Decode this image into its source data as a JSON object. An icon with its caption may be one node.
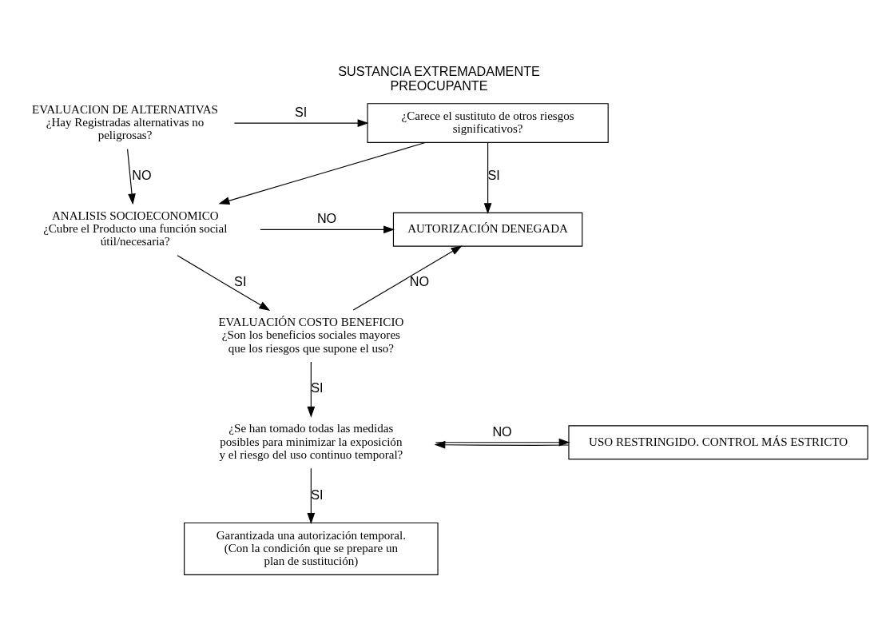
{
  "diagram": {
    "title": "SUSTANCIA EXTREMADAMENTE PREOCUPANTE",
    "nodes": [
      {
        "text": [
          "EVALUACION DE ALTERNATIVAS",
          "¿Hay Registradas alternativas no peligrosas?"
        ]
      },
      {
        "text": [
          "¿Carece el sustituto de otros riesgos significativos?"
        ]
      },
      {
        "text": [
          "ANALISIS SOCIOECONOMICO",
          "¿Cubre el Producto una función social útil/necesaria?"
        ]
      },
      {
        "text": [
          "AUTORIZACIÓN DENEGADA"
        ]
      },
      {
        "text": [
          "EVALUACIÓN COSTO BENEFICIO",
          "¿Son los beneficios sociales mayores que los riesgos que supone el uso?"
        ]
      },
      {
        "text": [
          "¿Se han tomado todas las medidas posibles para minimizar la exposición y el riesgo del uso continuo temporal?"
        ]
      },
      {
        "text": [
          "USO RESTRINGIDO. CONTROL MÁS ESTRICTO"
        ]
      },
      {
        "text": [
          "Garantizada una autorización temporal. (Con la condición que se prepare un plan de sustitución)"
        ]
      }
    ],
    "edges": [
      {
        "from": 0,
        "to": 1,
        "arrow": "to",
        "label": "SI"
      },
      {
        "from": 1,
        "to": 2,
        "arrow": "to"
      },
      {
        "from": 0,
        "to": 2,
        "arrow": "to",
        "label": "NO"
      },
      {
        "from": 1,
        "to": 3,
        "arrow": "to",
        "label": "SI"
      },
      {
        "from": 2,
        "to": 3,
        "arrow": "to",
        "label": "NO"
      },
      {
        "from": 2,
        "to": 4,
        "arrow": "to",
        "label": "SI"
      },
      {
        "from": 4,
        "to": 3,
        "arrow": "to",
        "label": "NO"
      },
      {
        "from": 4,
        "to": 5,
        "arrow": "to",
        "label": "SI"
      },
      {
        "from": 6,
        "to": 5,
        "arrow": "to"
      },
      {
        "from": 5,
        "to": 6,
        "arrow": "to",
        "label": "NO"
      },
      {
        "from": 5,
        "to": 7,
        "arrow": "to",
        "label": "SI"
      }
    ]
  }
}
